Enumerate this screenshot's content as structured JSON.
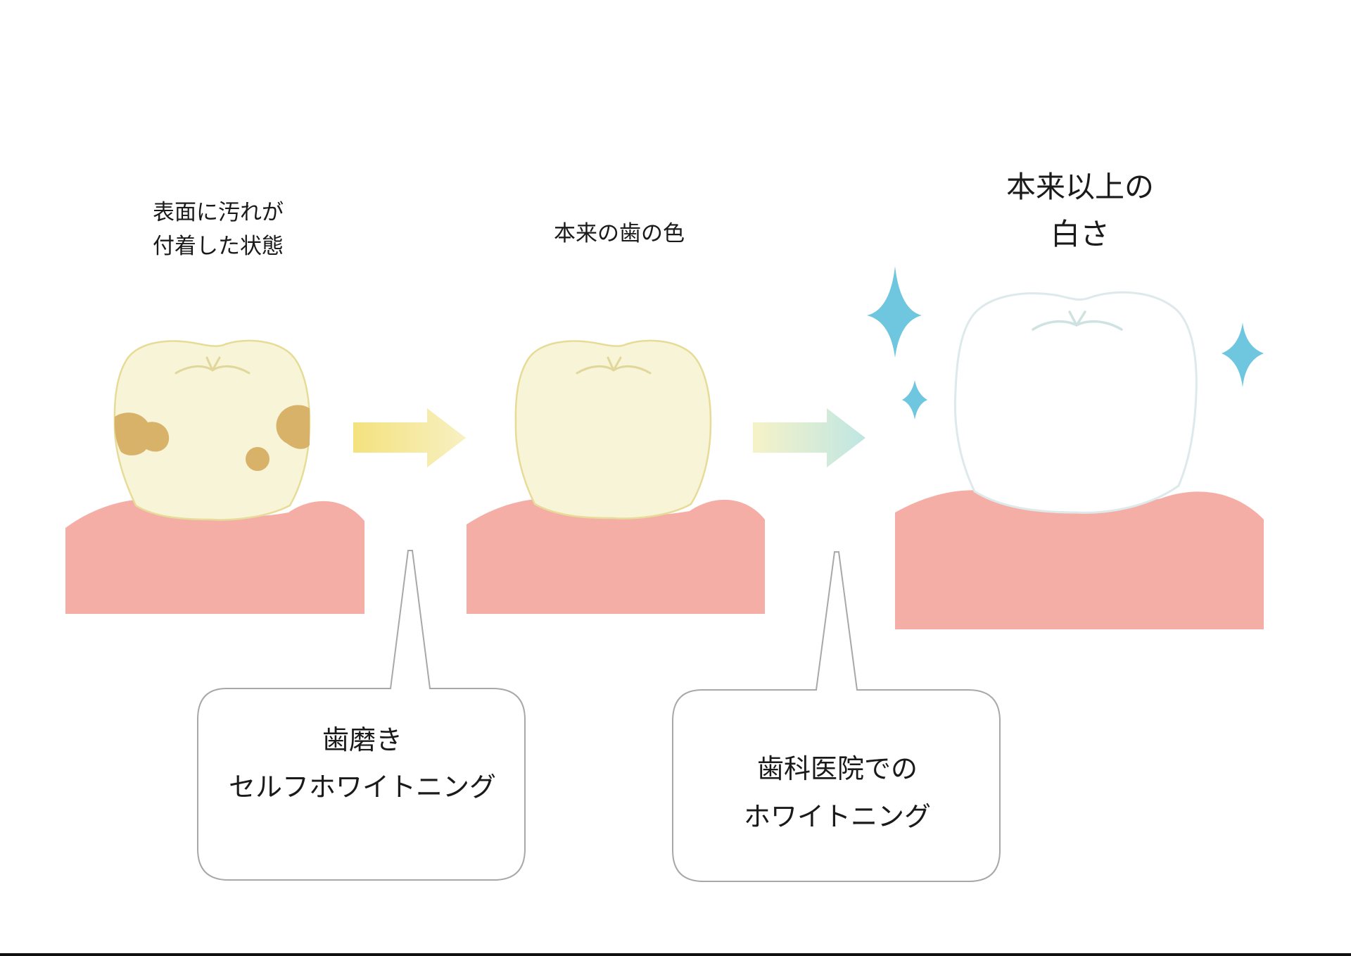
{
  "stages": [
    {
      "label_lines": [
        "表面に汚れが",
        "付着した状態"
      ]
    },
    {
      "label_lines": [
        "本来の歯の色"
      ]
    },
    {
      "label_lines": [
        "本来以上の",
        "白さ"
      ]
    }
  ],
  "callouts": [
    {
      "lines": [
        "歯磨き",
        "セルフホワイトニング"
      ]
    },
    {
      "lines": [
        "歯科医院での",
        "ホワイトニング"
      ]
    }
  ],
  "colors": {
    "gum": "#f5aea6",
    "stained_tooth": "#f8f4d8",
    "stain": "#d9b26a",
    "natural_tooth": "#f8f4d8",
    "white_tooth": "#ffffff",
    "sparkle": "#6ec7de",
    "arrow1_from": "#f4e27e",
    "arrow1_to": "#f7efbd",
    "arrow2_from": "#f6f2c8",
    "arrow2_to": "#bfe6e3"
  }
}
